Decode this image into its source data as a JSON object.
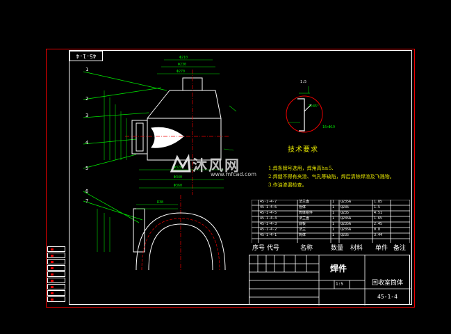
{
  "drawing_number_top": "45-1-4",
  "part_markers": [
    "1",
    "2",
    "3",
    "4",
    "5",
    "6",
    "7"
  ],
  "detail_view": {
    "scale_label": "1:5",
    "angle_label": "3×45°",
    "note": "16×Φ19"
  },
  "technical_requirements": {
    "title": "技术要求",
    "items": [
      "1.焊条牌号选用，焊角高h≥5.",
      "2.焊缝不得有夹渣、气孔等缺陷，焊后清除焊渣及飞溅物。",
      "3.作油渗漏检查。"
    ]
  },
  "watermark": {
    "brand": "沐风网",
    "url": "www.mfcad.com"
  },
  "bom": {
    "rows": [
      {
        "code": "45-1-4-7",
        "name": "法兰盘",
        "qty": "1",
        "material": "Q235A",
        "note": "1.85"
      },
      {
        "code": "45-1-4-6",
        "name": "管体",
        "qty": "1",
        "material": "Q235",
        "note": "1.5"
      },
      {
        "code": "45-1-4-5",
        "name": "筒体组件",
        "qty": "1",
        "material": "Q235",
        "note": "4.51"
      },
      {
        "code": "45-1-4-4",
        "name": "法兰盘",
        "qty": "1",
        "material": "Q235A",
        "note": "1.65"
      },
      {
        "code": "45-1-4-3",
        "name": "底板",
        "qty": "1",
        "material": "Q235A",
        "note": "2.45"
      },
      {
        "code": "45-1-4-2",
        "name": "法兰",
        "qty": "1",
        "material": "Q235A",
        "note": "0.8"
      },
      {
        "code": "45-1-4-1",
        "name": "筒体",
        "qty": "1",
        "material": "Q235",
        "note": "3.44"
      }
    ],
    "headers": [
      "序号",
      "代号",
      "名称",
      "数量",
      "材料",
      "单件",
      "备注"
    ]
  },
  "title_block": {
    "part_name": "焊件",
    "assembly_name": "回收室筒体",
    "drawing_number": "45-1-4",
    "scale": "1:5"
  },
  "colors": {
    "frame": "#e00000",
    "line": "#ffffff",
    "dimension": "#00e000",
    "text_note": "#e4e400"
  }
}
